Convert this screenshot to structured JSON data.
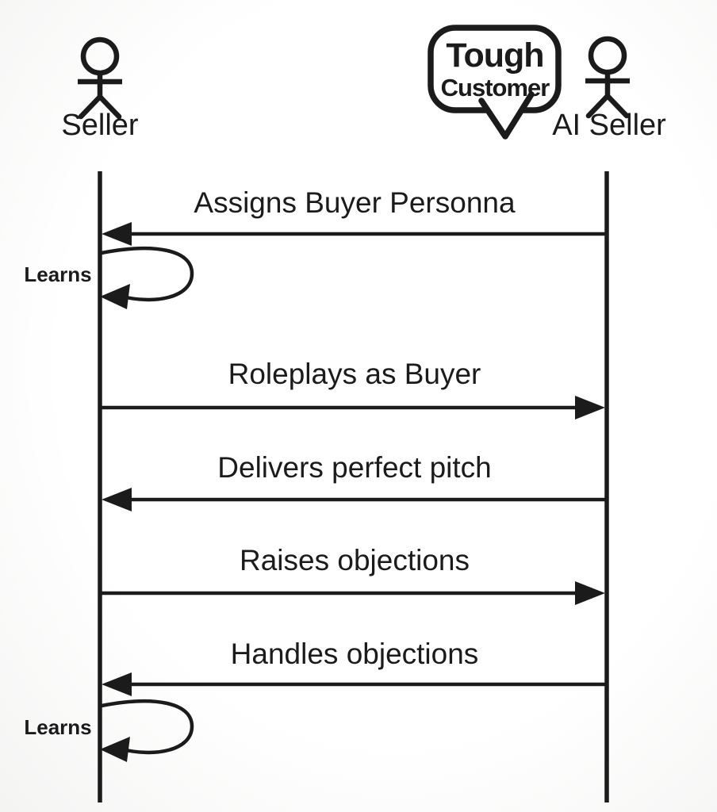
{
  "diagram": {
    "type": "sequence-diagram",
    "colors": {
      "ink": "#1b1b1b",
      "background": "#fdfdfd"
    },
    "actors": [
      {
        "id": "seller",
        "label": "Seller"
      },
      {
        "id": "ai-seller",
        "label": "AI Seller"
      }
    ],
    "speech_bubble": {
      "attached_to": "ai-seller",
      "line1": "Tough",
      "line2": "Customer"
    },
    "messages": [
      {
        "label": "Assigns Buyer Personna",
        "from": "ai-seller",
        "to": "seller",
        "direction": "left"
      },
      {
        "label": "Learns",
        "type": "self-loop",
        "actor": "seller"
      },
      {
        "label": "Roleplays as Buyer",
        "from": "seller",
        "to": "ai-seller",
        "direction": "right"
      },
      {
        "label": "Delivers perfect pitch",
        "from": "ai-seller",
        "to": "seller",
        "direction": "left"
      },
      {
        "label": "Raises objections",
        "from": "seller",
        "to": "ai-seller",
        "direction": "right"
      },
      {
        "label": "Handles objections",
        "from": "ai-seller",
        "to": "seller",
        "direction": "left"
      },
      {
        "label": "Learns",
        "type": "self-loop",
        "actor": "seller"
      }
    ]
  }
}
